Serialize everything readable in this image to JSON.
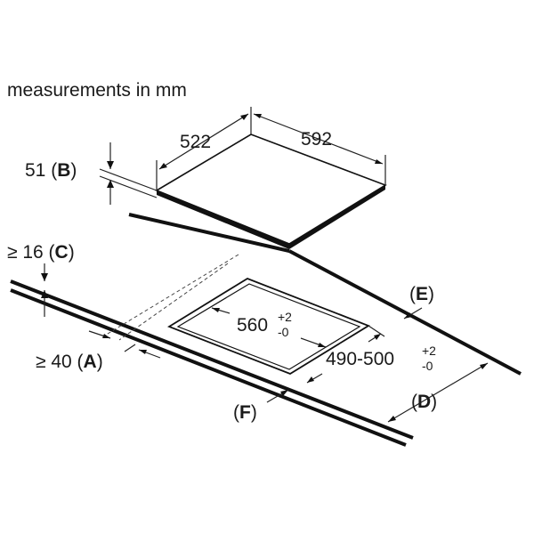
{
  "title": "measurements in mm",
  "hob": {
    "depth": "522",
    "width": "592",
    "height_value": "51",
    "height_letter": "B"
  },
  "cutout": {
    "width_main": "560",
    "width_plus": "+2",
    "width_minus": "-0",
    "depth_main": "490-500",
    "depth_plus": "+2",
    "depth_minus": "-0"
  },
  "worktop": {
    "thickness_prefix": "≥ 16",
    "thickness_letter": "C",
    "front_gap_prefix": "≥ 40",
    "front_gap_letter": "A",
    "letter_d": "D",
    "letter_e": "E",
    "letter_f": "F"
  }
}
